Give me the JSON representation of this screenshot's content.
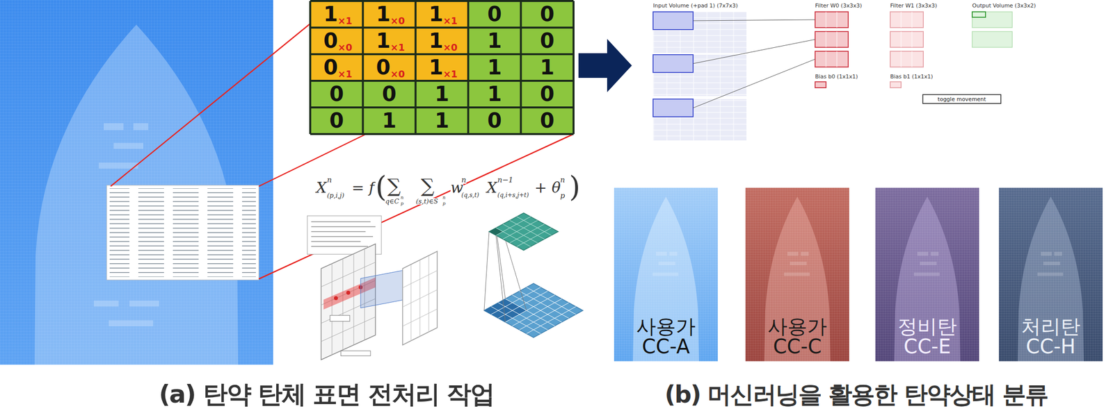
{
  "diagram": {
    "nodes": [
      {
        "text": [
          "사용가",
          "CC-A"
        ]
      },
      {
        "text": [
          "사용가",
          "CC-C"
        ]
      },
      {
        "text": [
          "정비탄",
          "CC-E"
        ]
      },
      {
        "text": [
          "처리탄",
          "CC-H"
        ]
      }
    ],
    "labels": [
      "1",
      "1",
      "1",
      "0",
      "0",
      "0",
      "1",
      "1",
      "1",
      "0",
      "0",
      "0",
      "1",
      "1",
      "1",
      "0",
      "0",
      "1",
      "1",
      "0",
      "0",
      "1",
      "1",
      "0",
      "0",
      "×1",
      "×0",
      "×1",
      "×0",
      "×1",
      "×0",
      "×1",
      "×0",
      "×1",
      "X",
      "n",
      "(p,i,j)",
      "= f",
      "(",
      "∑",
      "∑",
      "q∈C",
      "n",
      "p",
      "(s,t)∈S",
      "n",
      "p",
      "w",
      "n",
      "(q,s,t)",
      "X",
      "n−1",
      "(q,i+s,j+t)",
      "+ θ",
      "n",
      "p",
      ")",
      "Input Volume (+pad 1) (7x7x3)",
      "Filter W0 (3x3x3)",
      "Filter W1 (3x3x3)",
      "Output Volume (3x3x2)",
      "Bias b0 (1x1x1)",
      "Bias b1 (1x1x1)",
      "toggle movement",
      "(a) 탄약 탄체 표면 전처리 작업",
      "(b) 머신러닝을 활용한 탄약상태 분류"
    ]
  }
}
